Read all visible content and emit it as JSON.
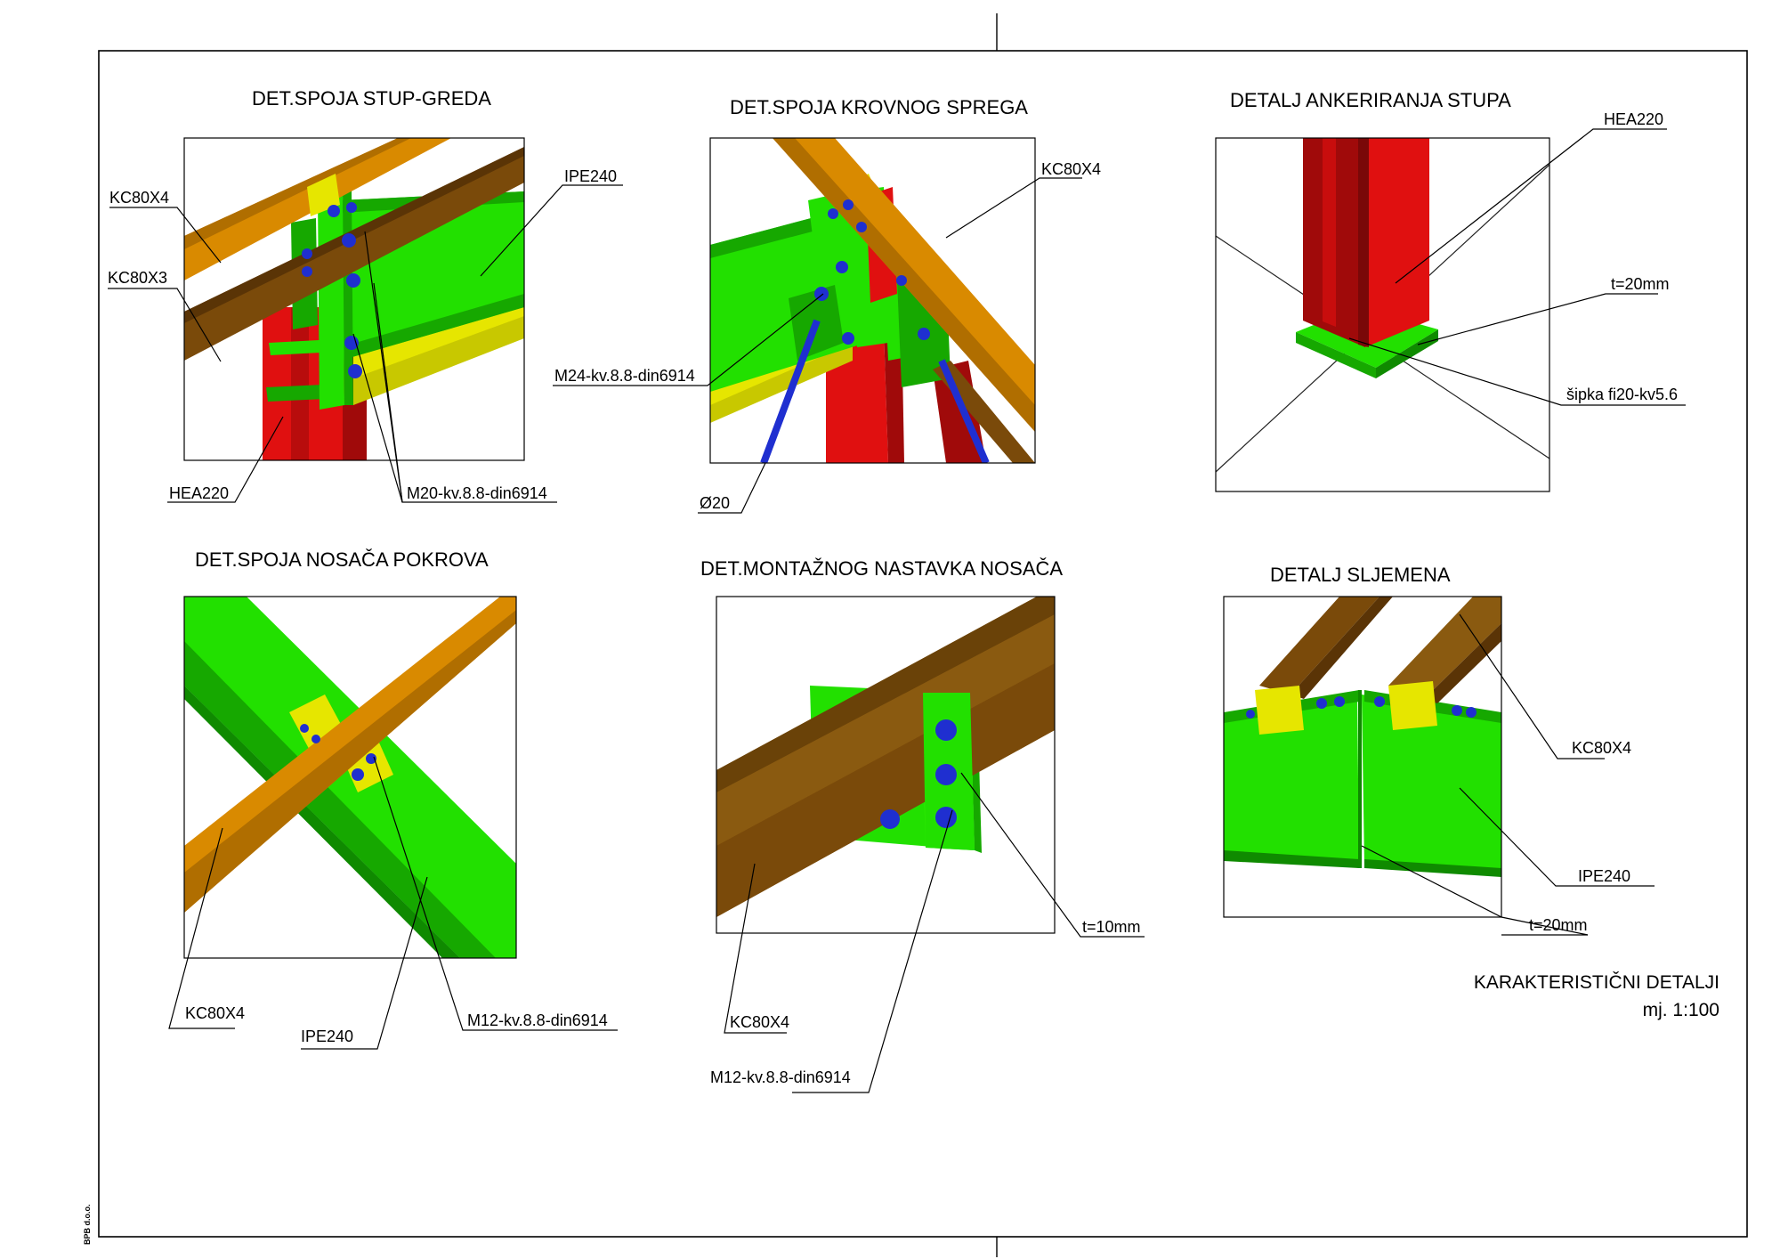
{
  "colors": {
    "column_red": "#e01010",
    "column_dark": "#a00a0a",
    "plate_green": "#22e000",
    "plate_dark": "#16a800",
    "beam_yellow": "#e6e600",
    "kc_light": "#d98a00",
    "kc_dark": "#7a4a0a",
    "bolt_blue": "#1f2fd0"
  },
  "details": [
    {
      "title": "DET.SPOJA STUP-GREDA",
      "labels": [
        "KC80X4",
        "KC80X3",
        "IPE240",
        "HEA220",
        "M20-kv.8.8-din6914"
      ]
    },
    {
      "title": "DET.SPOJA KROVNOG SPREGA",
      "labels": [
        "KC80X4",
        "M24-kv.8.8-din6914",
        "Ø20"
      ]
    },
    {
      "title": "DETALJ ANKERIRANJA STUPA",
      "labels": [
        "HEA220",
        "t=20mm",
        "šipka fi20-kv5.6"
      ]
    },
    {
      "title": "DET.SPOJA NOSAČA POKROVA",
      "labels": [
        "KC80X4",
        "IPE240",
        "M12-kv.8.8-din6914"
      ]
    },
    {
      "title": "DET.MONTAŽNOG NASTAVKA NOSAČA",
      "labels": [
        "KC80X4",
        "M12-kv.8.8-din6914",
        "t=10mm"
      ]
    },
    {
      "title": "DETALJ SLJEMENA",
      "labels": [
        "KC80X4",
        "IPE240",
        "t=20mm"
      ]
    }
  ],
  "sheet": {
    "caption": "KARAKTERISTIČNI DETALJI",
    "scale": "mj. 1:100",
    "company": "BPB d.o.o."
  }
}
